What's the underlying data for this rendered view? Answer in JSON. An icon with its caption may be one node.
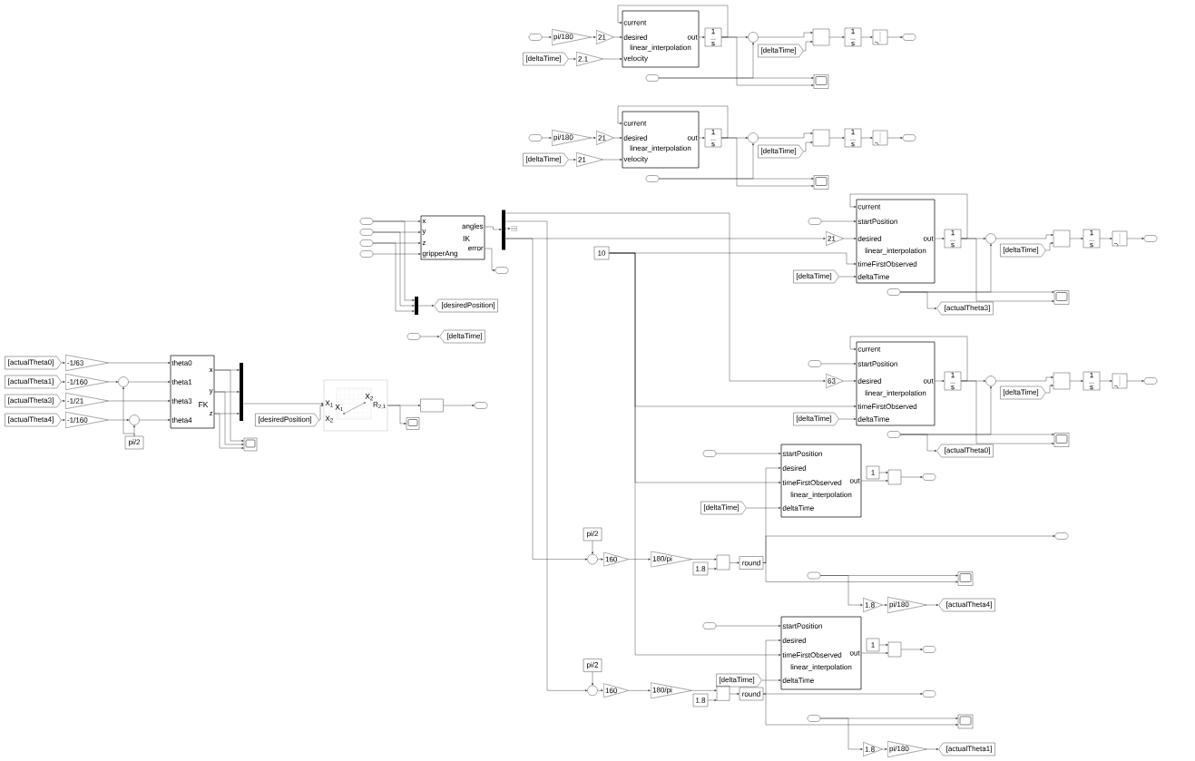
{
  "diagram": {
    "nodes": [
      {
        "text": [],
        "shape": "oval"
      },
      {
        "text": [
          "pi/180"
        ]
      },
      {
        "text": [
          "21"
        ]
      },
      {
        "text": [
          "current",
          "desired",
          "velocity",
          "linear_interpolation",
          "out"
        ]
      },
      {
        "text": [
          "[deltaTime]"
        ]
      },
      {
        "text": [
          "2.1"
        ]
      },
      {
        "text": [
          "1",
          "s"
        ]
      },
      {
        "text": [],
        "shape": "circle"
      },
      {
        "text": [],
        "shape": "box"
      },
      {
        "text": [
          "1",
          "s"
        ]
      },
      {
        "text": [],
        "shape": "box"
      },
      {
        "text": [],
        "shape": "oval"
      },
      {
        "text": [
          "[deltaTime]"
        ]
      },
      {
        "text": [],
        "shape": "oval"
      },
      {
        "text": [],
        "shape": "box"
      },
      {
        "text": [],
        "shape": "oval"
      },
      {
        "text": [
          "pi/180"
        ]
      },
      {
        "text": [
          "21"
        ]
      },
      {
        "text": [
          "current",
          "desired",
          "velocity",
          "linear_interpolation",
          "out"
        ]
      },
      {
        "text": [
          "[deltaTime]"
        ]
      },
      {
        "text": [
          "21"
        ]
      },
      {
        "text": [
          "1",
          "s"
        ]
      },
      {
        "text": [],
        "shape": "circle"
      },
      {
        "text": [],
        "shape": "box"
      },
      {
        "text": [
          "1",
          "s"
        ]
      },
      {
        "text": [],
        "shape": "box"
      },
      {
        "text": [],
        "shape": "oval"
      },
      {
        "text": [
          "[deltaTime]"
        ]
      },
      {
        "text": [],
        "shape": "oval"
      },
      {
        "text": [],
        "shape": "box"
      },
      {
        "text": [],
        "shape": "oval"
      },
      {
        "text": [],
        "shape": "oval"
      },
      {
        "text": [],
        "shape": "oval"
      },
      {
        "text": [],
        "shape": "oval"
      },
      {
        "text": [
          "x",
          "y",
          "z",
          "gripperAng",
          "angles",
          "error",
          "IK"
        ]
      },
      {
        "text": [],
        "shape": "oval"
      },
      {
        "text": [],
        "shape": "bar"
      },
      {
        "text": [],
        "shape": "box"
      },
      {
        "text": [],
        "shape": "bar"
      },
      {
        "text": [
          "[desiredPosition]"
        ]
      },
      {
        "text": [],
        "shape": "oval"
      },
      {
        "text": [
          "[deltaTime]"
        ]
      },
      {
        "text": [
          "10"
        ]
      },
      {
        "text": [],
        "shape": "oval"
      },
      {
        "text": [
          "21"
        ]
      },
      {
        "text": [
          "current",
          "startPosition",
          "desired",
          "timeFirstObserved",
          "deltaTime",
          "linear_interpolation",
          "out"
        ]
      },
      {
        "text": [
          "[deltaTime]"
        ]
      },
      {
        "text": [
          "1",
          "s"
        ]
      },
      {
        "text": [],
        "shape": "circle"
      },
      {
        "text": [
          "[deltaTime]"
        ]
      },
      {
        "text": [],
        "shape": "box"
      },
      {
        "text": [
          "1",
          "s"
        ]
      },
      {
        "text": [],
        "shape": "box"
      },
      {
        "text": [],
        "shape": "oval"
      },
      {
        "text": [],
        "shape": "oval"
      },
      {
        "text": [],
        "shape": "box"
      },
      {
        "text": [
          "[actualTheta3]"
        ]
      },
      {
        "text": [],
        "shape": "oval"
      },
      {
        "text": [
          "63"
        ]
      },
      {
        "text": [
          "current",
          "startPosition",
          "desired",
          "timeFirstObserved",
          "deltaTime",
          "linear_interpolation",
          "out"
        ]
      },
      {
        "text": [
          "[deltaTime]"
        ]
      },
      {
        "text": [
          "1",
          "s"
        ]
      },
      {
        "text": [],
        "shape": "circle"
      },
      {
        "text": [
          "[deltaTime]"
        ]
      },
      {
        "text": [],
        "shape": "box"
      },
      {
        "text": [
          "1",
          "s"
        ]
      },
      {
        "text": [],
        "shape": "box"
      },
      {
        "text": [],
        "shape": "oval"
      },
      {
        "text": [],
        "shape": "oval"
      },
      {
        "text": [],
        "shape": "box"
      },
      {
        "text": [
          "[actualTheta0]"
        ]
      },
      {
        "text": [],
        "shape": "oval"
      },
      {
        "text": [
          "startPosition",
          "desired",
          "timeFirstObserved",
          "deltaTime",
          "linear_interpolation",
          "out"
        ]
      },
      {
        "text": [
          "[deltaTime]"
        ]
      },
      {
        "text": [
          "1"
        ]
      },
      {
        "text": [],
        "shape": "box"
      },
      {
        "text": [],
        "shape": "oval"
      },
      {
        "text": [
          "pi/2"
        ]
      },
      {
        "text": [],
        "shape": "circle"
      },
      {
        "text": [
          "160"
        ]
      },
      {
        "text": [
          "180/pi"
        ]
      },
      {
        "text": [
          "1.8"
        ]
      },
      {
        "text": [],
        "shape": "box"
      },
      {
        "text": [
          "round"
        ]
      },
      {
        "text": [],
        "shape": "oval"
      },
      {
        "text": [],
        "shape": "oval"
      },
      {
        "text": [],
        "shape": "box"
      },
      {
        "text": [
          "1.8"
        ]
      },
      {
        "text": [
          "pi/180"
        ]
      },
      {
        "text": [
          "[actualTheta4]"
        ]
      },
      {
        "text": [],
        "shape": "oval"
      },
      {
        "text": [
          "startPosition",
          "desired",
          "timeFirstObserved",
          "deltaTime",
          "linear_interpolation",
          "out"
        ]
      },
      {
        "text": [
          "[deltaTime]"
        ]
      },
      {
        "text": [
          "1"
        ]
      },
      {
        "text": [],
        "shape": "box"
      },
      {
        "text": [],
        "shape": "oval"
      },
      {
        "text": [
          "pi/2"
        ]
      },
      {
        "text": [],
        "shape": "circle"
      },
      {
        "text": [
          "160"
        ]
      },
      {
        "text": [
          "180/pi"
        ]
      },
      {
        "text": [
          "1.8"
        ]
      },
      {
        "text": [],
        "shape": "box"
      },
      {
        "text": [
          "round"
        ]
      },
      {
        "text": [],
        "shape": "oval"
      },
      {
        "text": [],
        "shape": "oval"
      },
      {
        "text": [],
        "shape": "box"
      },
      {
        "text": [
          "1.8"
        ]
      },
      {
        "text": [
          "pi/180"
        ]
      },
      {
        "text": [
          "[actualTheta1]"
        ]
      },
      {
        "text": [
          "[actualTheta0]"
        ]
      },
      {
        "text": [
          "-1/63"
        ]
      },
      {
        "text": [
          "[actualTheta1]"
        ]
      },
      {
        "text": [
          "-1/160"
        ]
      },
      {
        "text": [],
        "shape": "circle"
      },
      {
        "text": [
          "[actualTheta3]"
        ]
      },
      {
        "text": [
          "-1/21"
        ]
      },
      {
        "text": [
          "[actualTheta4]"
        ]
      },
      {
        "text": [
          "-1/160"
        ]
      },
      {
        "text": [],
        "shape": "circle"
      },
      {
        "text": [
          "pi/2"
        ]
      },
      {
        "text": [
          "theta0",
          "theta1",
          "theta3",
          "theta4",
          "x",
          "y",
          "z",
          "FK"
        ]
      },
      {
        "text": [],
        "shape": "bar"
      },
      {
        "text": [],
        "shape": "box"
      },
      {
        "text": [
          "[desiredPosition]"
        ]
      },
      {
        "text": [
          "X$_{1}$",
          "X$_{2}$",
          "X$_{1}$",
          "X$_{2}$",
          "R$_{2,1}$"
        ]
      },
      {
        "text": [],
        "shape": "box"
      },
      {
        "text": [],
        "shape": "oval"
      },
      {
        "text": [],
        "shape": "box"
      }
    ],
    "edges": [
      {
        "from": 0,
        "to": 1,
        "arrow": "to"
      },
      {
        "from": 1,
        "to": 2,
        "arrow": "to"
      },
      {
        "from": 2,
        "to": 3,
        "arrow": "to"
      },
      {
        "from": 4,
        "to": 5,
        "arrow": "to"
      },
      {
        "from": 5,
        "to": 3,
        "arrow": "to"
      },
      {
        "from": 3,
        "to": 6,
        "arrow": "to"
      },
      {
        "from": 6,
        "to": 3,
        "arrow": "to"
      },
      {
        "from": 6,
        "to": 7,
        "arrow": "to"
      },
      {
        "from": 7,
        "to": 8,
        "arrow": "to"
      },
      {
        "from": 12,
        "to": 8,
        "arrow": "to"
      },
      {
        "from": 8,
        "to": 9,
        "arrow": "to"
      },
      {
        "from": 9,
        "to": 10,
        "arrow": "to"
      },
      {
        "from": 10,
        "to": 11,
        "arrow": "to"
      },
      {
        "from": 13,
        "to": 7,
        "arrow": "to"
      },
      {
        "from": 13,
        "to": 14,
        "arrow": "to"
      },
      {
        "from": 6,
        "to": 14,
        "arrow": "to"
      },
      {
        "from": 15,
        "to": 16,
        "arrow": "to"
      },
      {
        "from": 16,
        "to": 17,
        "arrow": "to"
      },
      {
        "from": 17,
        "to": 18,
        "arrow": "to"
      },
      {
        "from": 19,
        "to": 20,
        "arrow": "to"
      },
      {
        "from": 20,
        "to": 18,
        "arrow": "to"
      },
      {
        "from": 18,
        "to": 21,
        "arrow": "to"
      },
      {
        "from": 21,
        "to": 18,
        "arrow": "to"
      },
      {
        "from": 21,
        "to": 22,
        "arrow": "to"
      },
      {
        "from": 22,
        "to": 23,
        "arrow": "to"
      },
      {
        "from": 27,
        "to": 23,
        "arrow": "to"
      },
      {
        "from": 23,
        "to": 24,
        "arrow": "to"
      },
      {
        "from": 24,
        "to": 25,
        "arrow": "to"
      },
      {
        "from": 25,
        "to": 26,
        "arrow": "to"
      },
      {
        "from": 28,
        "to": 22,
        "arrow": "to"
      },
      {
        "from": 28,
        "to": 29,
        "arrow": "to"
      },
      {
        "from": 21,
        "to": 29,
        "arrow": "to"
      },
      {
        "from": 30,
        "to": 34,
        "arrow": "to"
      },
      {
        "from": 31,
        "to": 34,
        "arrow": "to"
      },
      {
        "from": 32,
        "to": 34,
        "arrow": "to"
      },
      {
        "from": 33,
        "to": 34,
        "arrow": "to"
      },
      {
        "from": 30,
        "to": 38,
        "arrow": "to"
      },
      {
        "from": 31,
        "to": 38,
        "arrow": "to"
      },
      {
        "from": 32,
        "to": 38,
        "arrow": "to"
      },
      {
        "from": 38,
        "to": 39,
        "arrow": "to"
      },
      {
        "from": 34,
        "to": 36,
        "arrow": "to"
      },
      {
        "from": 34,
        "to": 35,
        "arrow": "to"
      },
      {
        "from": 40,
        "to": 41,
        "arrow": "to"
      },
      {
        "from": 36,
        "to": 37,
        "arrow": "to"
      },
      {
        "from": 43,
        "to": 45,
        "arrow": "to"
      },
      {
        "from": 44,
        "to": 45,
        "arrow": "to"
      },
      {
        "from": 46,
        "to": 45,
        "arrow": "to"
      },
      {
        "from": 45,
        "to": 47,
        "arrow": "to"
      },
      {
        "from": 47,
        "to": 45,
        "arrow": "to"
      },
      {
        "from": 47,
        "to": 48,
        "arrow": "to"
      },
      {
        "from": 48,
        "to": 50,
        "arrow": "to"
      },
      {
        "from": 49,
        "to": 50,
        "arrow": "to"
      },
      {
        "from": 50,
        "to": 51,
        "arrow": "to"
      },
      {
        "from": 51,
        "to": 52,
        "arrow": "to"
      },
      {
        "from": 52,
        "to": 53,
        "arrow": "to"
      },
      {
        "from": 54,
        "to": 48,
        "arrow": "to"
      },
      {
        "from": 54,
        "to": 55,
        "arrow": "to"
      },
      {
        "from": 54,
        "to": 56,
        "arrow": "to"
      },
      {
        "from": 47,
        "to": 55,
        "arrow": "to"
      },
      {
        "from": 57,
        "to": 59,
        "arrow": "to"
      },
      {
        "from": 58,
        "to": 59,
        "arrow": "to"
      },
      {
        "from": 60,
        "to": 59,
        "arrow": "to"
      },
      {
        "from": 59,
        "to": 61,
        "arrow": "to"
      },
      {
        "from": 61,
        "to": 59,
        "arrow": "to"
      },
      {
        "from": 61,
        "to": 62,
        "arrow": "to"
      },
      {
        "from": 62,
        "to": 64,
        "arrow": "to"
      },
      {
        "from": 63,
        "to": 64,
        "arrow": "to"
      },
      {
        "from": 64,
        "to": 65,
        "arrow": "to"
      },
      {
        "from": 65,
        "to": 66,
        "arrow": "to"
      },
      {
        "from": 66,
        "to": 67,
        "arrow": "to"
      },
      {
        "from": 68,
        "to": 62,
        "arrow": "to"
      },
      {
        "from": 68,
        "to": 69,
        "arrow": "to"
      },
      {
        "from": 68,
        "to": 70,
        "arrow": "to"
      },
      {
        "from": 61,
        "to": 69,
        "arrow": "to"
      },
      {
        "from": 71,
        "to": 72,
        "arrow": "to"
      },
      {
        "from": 83,
        "to": 72,
        "arrow": "to"
      },
      {
        "from": 73,
        "to": 72,
        "arrow": "to"
      },
      {
        "from": 72,
        "to": 75,
        "arrow": "to"
      },
      {
        "from": 74,
        "to": 75,
        "arrow": "to"
      },
      {
        "from": 75,
        "to": 76,
        "arrow": "to"
      },
      {
        "from": 77,
        "to": 78,
        "arrow": "to"
      },
      {
        "from": 78,
        "to": 79,
        "arrow": "to"
      },
      {
        "from": 79,
        "to": 80,
        "arrow": "to"
      },
      {
        "from": 80,
        "to": 82,
        "arrow": "to"
      },
      {
        "from": 81,
        "to": 82,
        "arrow": "to"
      },
      {
        "from": 82,
        "to": 83,
        "arrow": "to"
      },
      {
        "from": 83,
        "to": 84,
        "arrow": "to"
      },
      {
        "from": 83,
        "to": 86,
        "arrow": "to"
      },
      {
        "from": 85,
        "to": 86,
        "arrow": "to"
      },
      {
        "from": 85,
        "to": 87,
        "arrow": "to"
      },
      {
        "from": 87,
        "to": 88,
        "arrow": "to"
      },
      {
        "from": 88,
        "to": 89,
        "arrow": "to"
      },
      {
        "from": 90,
        "to": 91,
        "arrow": "to"
      },
      {
        "from": 102,
        "to": 91,
        "arrow": "to"
      },
      {
        "from": 92,
        "to": 91,
        "arrow": "to"
      },
      {
        "from": 91,
        "to": 94,
        "arrow": "to"
      },
      {
        "from": 93,
        "to": 94,
        "arrow": "to"
      },
      {
        "from": 94,
        "to": 95,
        "arrow": "to"
      },
      {
        "from": 96,
        "to": 97,
        "arrow": "to"
      },
      {
        "from": 97,
        "to": 98,
        "arrow": "to"
      },
      {
        "from": 98,
        "to": 99,
        "arrow": "to"
      },
      {
        "from": 99,
        "to": 101,
        "arrow": "to"
      },
      {
        "from": 100,
        "to": 101,
        "arrow": "to"
      },
      {
        "from": 101,
        "to": 102,
        "arrow": "to"
      },
      {
        "from": 102,
        "to": 103,
        "arrow": "to"
      },
      {
        "from": 102,
        "to": 105,
        "arrow": "to"
      },
      {
        "from": 104,
        "to": 105,
        "arrow": "to"
      },
      {
        "from": 104,
        "to": 106,
        "arrow": "to"
      },
      {
        "from": 106,
        "to": 107,
        "arrow": "to"
      },
      {
        "from": 107,
        "to": 108,
        "arrow": "to"
      },
      {
        "from": 109,
        "to": 110,
        "arrow": "to"
      },
      {
        "from": 110,
        "to": 120,
        "arrow": "to"
      },
      {
        "from": 111,
        "to": 112,
        "arrow": "to"
      },
      {
        "from": 112,
        "to": 113,
        "arrow": "to"
      },
      {
        "from": 113,
        "to": 120,
        "arrow": "to"
      },
      {
        "from": 114,
        "to": 115,
        "arrow": "to"
      },
      {
        "from": 115,
        "to": 120,
        "arrow": "to"
      },
      {
        "from": 116,
        "to": 117,
        "arrow": "to"
      },
      {
        "from": 117,
        "to": 118,
        "arrow": "to"
      },
      {
        "from": 118,
        "to": 120,
        "arrow": "to"
      },
      {
        "from": 119,
        "to": 113,
        "arrow": "to"
      },
      {
        "from": 119,
        "to": 118,
        "arrow": "to"
      },
      {
        "from": 120,
        "to": 121,
        "arrow": "to"
      },
      {
        "from": 120,
        "to": 121,
        "arrow": "to"
      },
      {
        "from": 120,
        "to": 121,
        "arrow": "to"
      },
      {
        "from": 120,
        "to": 122,
        "arrow": "to"
      },
      {
        "from": 120,
        "to": 122,
        "arrow": "to"
      },
      {
        "from": 120,
        "to": 122,
        "arrow": "to"
      },
      {
        "from": 121,
        "to": 124,
        "arrow": "to"
      },
      {
        "from": 123,
        "to": 124,
        "arrow": "to"
      },
      {
        "from": 124,
        "to": 125,
        "arrow": "to"
      },
      {
        "from": 125,
        "to": 126,
        "arrow": "to"
      },
      {
        "from": 124,
        "to": 127,
        "arrow": "to"
      },
      {
        "from": 36,
        "to": 44,
        "arrow": "to"
      },
      {
        "from": 36,
        "to": 58,
        "arrow": "to"
      },
      {
        "from": 36,
        "to": 78,
        "arrow": "to"
      },
      {
        "from": 36,
        "to": 97,
        "arrow": "to"
      },
      {
        "from": 42,
        "to": 45,
        "arrow": "to"
      },
      {
        "from": 42,
        "to": 59,
        "arrow": "to"
      },
      {
        "from": 42,
        "to": 72,
        "arrow": "to"
      },
      {
        "from": 42,
        "to": 91,
        "arrow": "to"
      }
    ]
  }
}
